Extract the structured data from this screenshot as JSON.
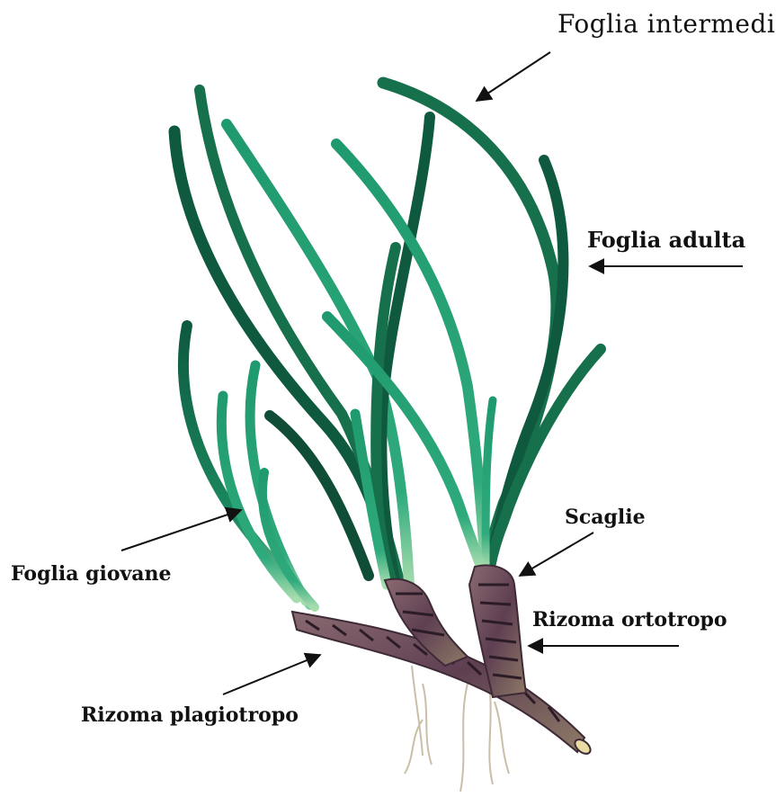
{
  "labels": {
    "foglia_intermedia": "Foglia intermedia",
    "foglia_adulta": "Foglia adulta",
    "scaglie": "Scaglie",
    "rizoma_ortotropo": "Rizoma ortotropo",
    "foglia_giovane": "Foglia giovane",
    "rizoma_plagiotropo": "Rizoma plagiotropo"
  },
  "colors": {
    "leaf_dark": "#0f5a3e",
    "leaf_mid": "#1e8a5c",
    "leaf_light": "#3fb88a",
    "rhizome": "#6a4a5a",
    "rhizome_dark": "#3e2a36",
    "root": "#c9bfa8",
    "arrow": "#111111"
  }
}
